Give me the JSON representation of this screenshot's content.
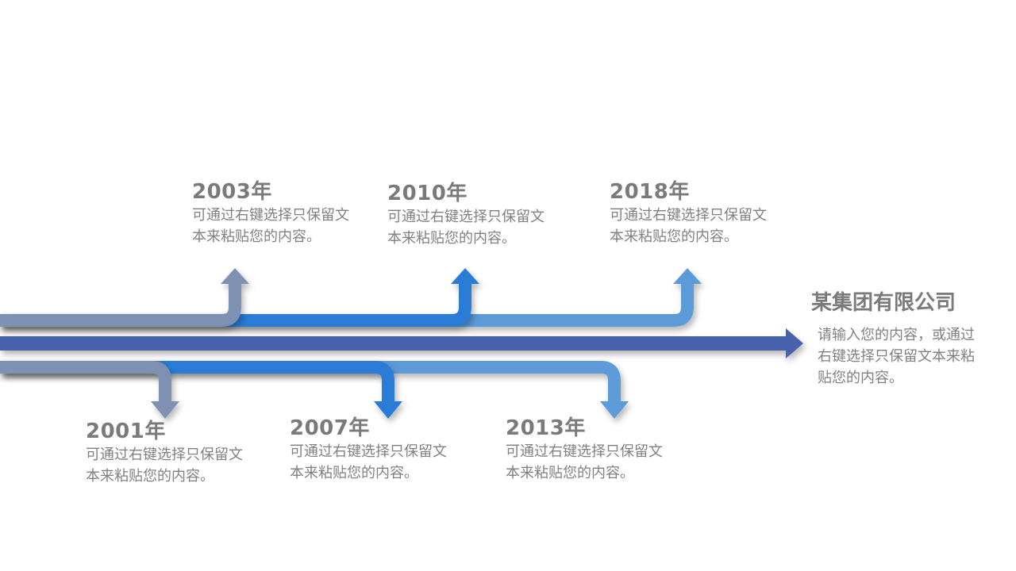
{
  "colors": {
    "main_axis": "#4a62ad",
    "branch_grey": "#7f91b3",
    "branch_blue": "#2b7bd6",
    "branch_light": "#5b9ad8",
    "year_text": "#7a7a7a",
    "desc_text": "#808080"
  },
  "milestones": [
    {
      "year": "2003年",
      "desc": "可通过右键选择只保留文本来粘贴您的内容。",
      "position": "above",
      "color": "branch_grey"
    },
    {
      "year": "2010年",
      "desc": "可通过右键选择只保留文本来粘贴您的内容。",
      "position": "above",
      "color": "branch_blue"
    },
    {
      "year": "2018年",
      "desc": "可通过右键选择只保留文本来粘贴您的内容。",
      "position": "above",
      "color": "branch_light"
    },
    {
      "year": "2001年",
      "desc": "可通过右键选择只保留文本来粘贴您的内容。",
      "position": "below",
      "color": "branch_grey"
    },
    {
      "year": "2007年",
      "desc": "可通过右键选择只保留文本来粘贴您的内容。",
      "position": "below",
      "color": "branch_blue"
    },
    {
      "year": "2013年",
      "desc": "可通过右键选择只保留文本来粘贴您的内容。",
      "position": "below",
      "color": "branch_light"
    }
  ],
  "company": {
    "name": "某集团有限公司",
    "desc": "请输入您的内容，或通过右键选择只保留文本来粘贴您的内容。"
  }
}
